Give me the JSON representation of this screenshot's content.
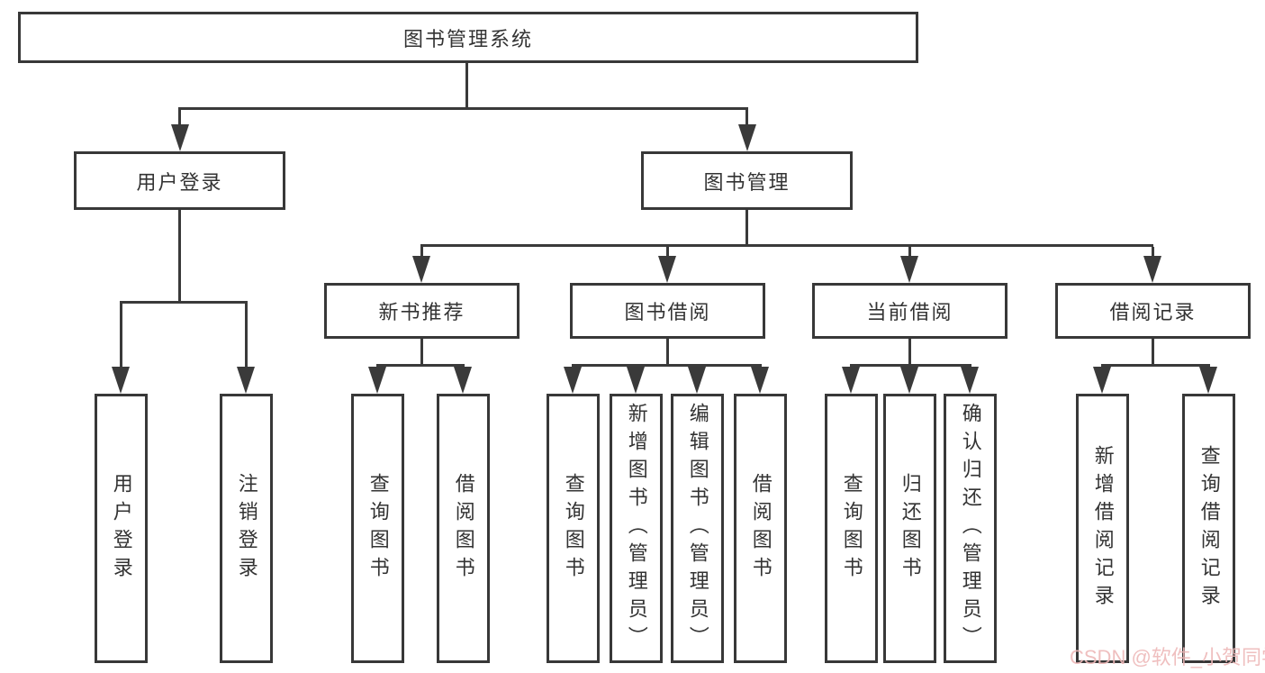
{
  "tree": {
    "root": {
      "label": "图书管理系统"
    },
    "children": [
      {
        "label": "用户登录",
        "children": [
          {
            "label": "用户登录"
          },
          {
            "label": "注销登录"
          }
        ]
      },
      {
        "label": "图书管理",
        "children": [
          {
            "label": "新书推荐",
            "children": [
              {
                "label": "查询图书"
              },
              {
                "label": "借阅图书"
              }
            ]
          },
          {
            "label": "图书借阅",
            "children": [
              {
                "label": "查询图书"
              },
              {
                "label": "新增图书（管理员）"
              },
              {
                "label": "编辑图书（管理员）"
              },
              {
                "label": "借阅图书"
              }
            ]
          },
          {
            "label": "当前借阅",
            "children": [
              {
                "label": "查询图书"
              },
              {
                "label": "归还图书"
              },
              {
                "label": "确认归还（管理员）"
              }
            ]
          },
          {
            "label": "借阅记录",
            "children": [
              {
                "label": "新增借阅记录"
              },
              {
                "label": "查询借阅记录"
              }
            ]
          }
        ]
      }
    ]
  },
  "watermark": {
    "text": "CSDN @软件_小贺同学",
    "color": "#eeb9b9"
  },
  "colors": {
    "background": "#ffffff",
    "line": "#3a3a3a",
    "box_border": "#383838",
    "text": "#333333"
  }
}
